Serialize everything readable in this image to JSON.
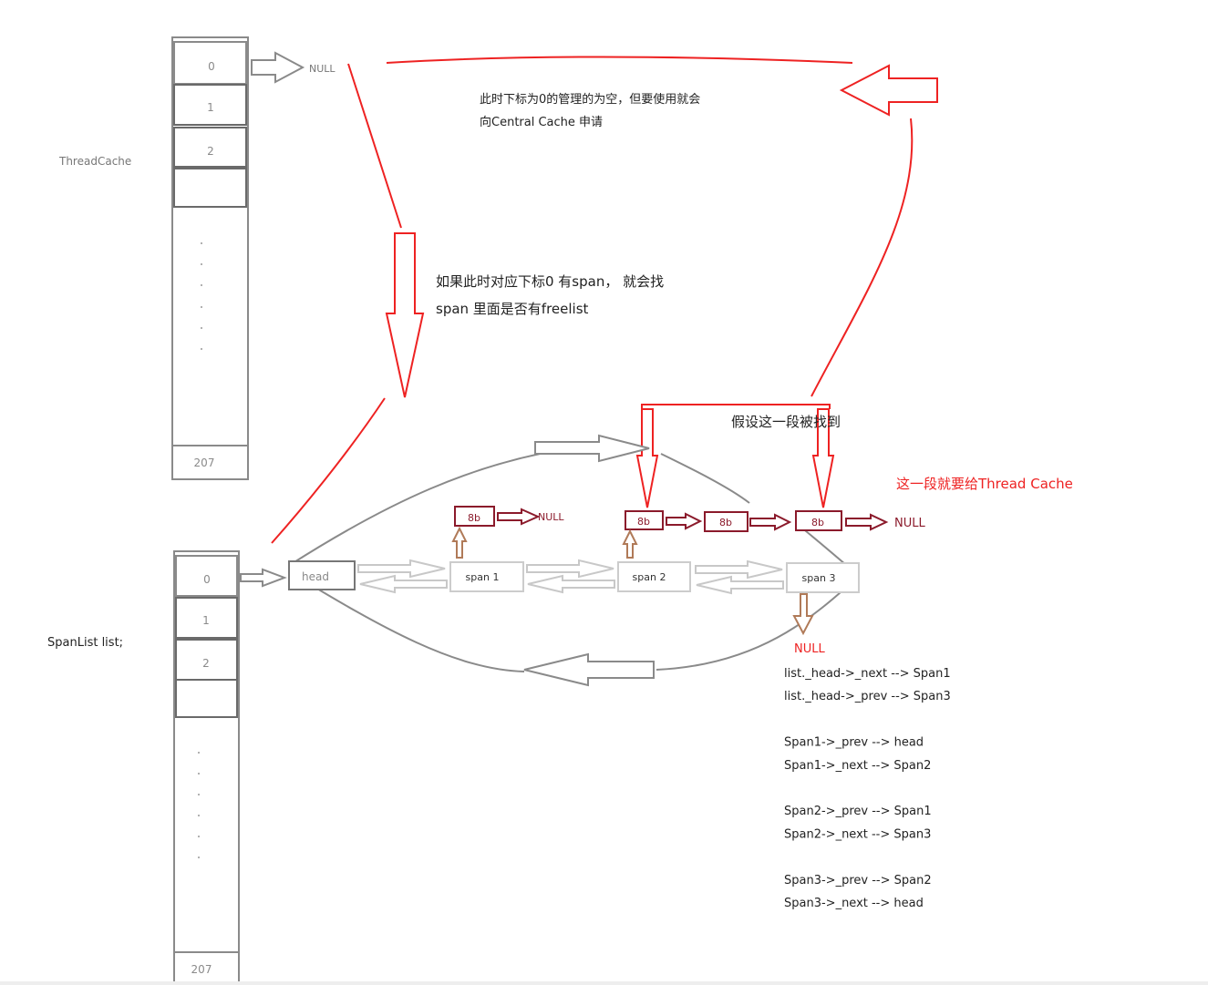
{
  "thread_cache": {
    "label": "ThreadCache",
    "slots": [
      "0",
      "1",
      "2",
      "",
      "207"
    ],
    "null_label": "NULL"
  },
  "span_list": {
    "label": "SpanList list;",
    "slots": [
      "0",
      "1",
      "2",
      "",
      "207"
    ]
  },
  "nodes": {
    "head": "head",
    "span1": "span 1",
    "span2": "span 2",
    "span3": "span 3"
  },
  "blocks": {
    "b1": "8b",
    "b2": "8b",
    "b3": "8b",
    "b4": "8b",
    "null1": "NULL",
    "null2": "NULL",
    "null3": "NULL"
  },
  "notes": {
    "empty_line1": "此时下标为0的管理的为空，但要使用就会",
    "empty_line2": "向Central Cache 申请",
    "has_span_line1": "如果此时对应下标0 有span， 就会找",
    "has_span_line2": "span 里面是否有freelist",
    "found_segment": "假设这一段被找到",
    "give_thread_cache": "这一段就要给Thread Cache"
  },
  "links": [
    "list._head->_next --> Span1",
    "list._head->_prev --> Span3",
    "",
    "Span1->_prev --> head",
    "Span1->_next --> Span2",
    "",
    "Span2->_prev --> Span1",
    "Span2->_next --> Span3",
    "",
    "Span3->_prev --> Span2",
    "Span3->_next --> head"
  ],
  "colors": {
    "red": "#ee2222",
    "dark_red": "#8b1a2b",
    "brown": "#b07a58",
    "gray": "#808080",
    "light_gray": "#c8c8c8"
  }
}
